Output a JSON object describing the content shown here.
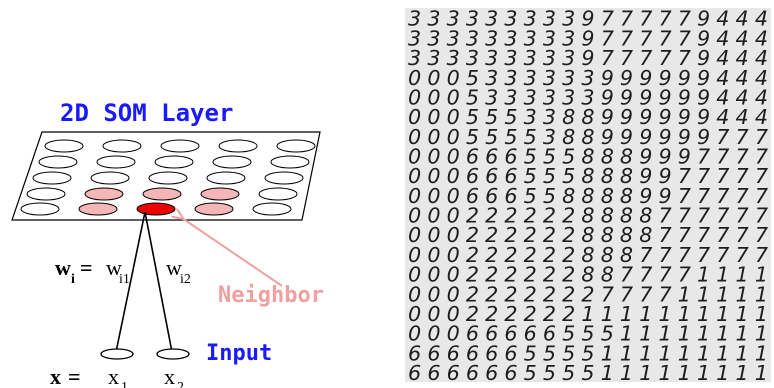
{
  "diagram": {
    "title": "2D SOM Layer",
    "neighbor_label": "Neighbor",
    "input_label": "Input",
    "weight_eq": {
      "symbol": "w",
      "sub": "i",
      "equals": "=",
      "w1": "w",
      "w1_sub": "i1",
      "w2": "w",
      "w2_sub": "i2"
    },
    "input_eq": {
      "symbol": "x",
      "equals": "=",
      "x1": "x",
      "x1_sub": "1",
      "x2": "x",
      "x2_sub": "2"
    },
    "colors": {
      "title": "#1a1aff",
      "input": "#1a1aff",
      "neighbor_text": "#f0a0a0",
      "neighbor_fill": "#f4b6b6",
      "winner_fill": "#ee0000",
      "arrow": "#f0a0a0"
    }
  },
  "digit_grid": {
    "rows": [
      "3333333339777779444",
      "3333333339777779444",
      "3333333339777779444",
      "0005333333999999444",
      "0005333333999999444",
      "0005553388999999444",
      "0005555388999999777",
      "0006665558889997777",
      "0006665558889977777",
      "0006665588889977777",
      "0002222228888777777",
      "0002222228888777777",
      "0002222228887777777",
      "0002222228877771111",
      "0002222222777711111",
      "0002222221111111111",
      "0006666655511111111",
      "6666665555111111111",
      "6666665555111111111"
    ]
  }
}
